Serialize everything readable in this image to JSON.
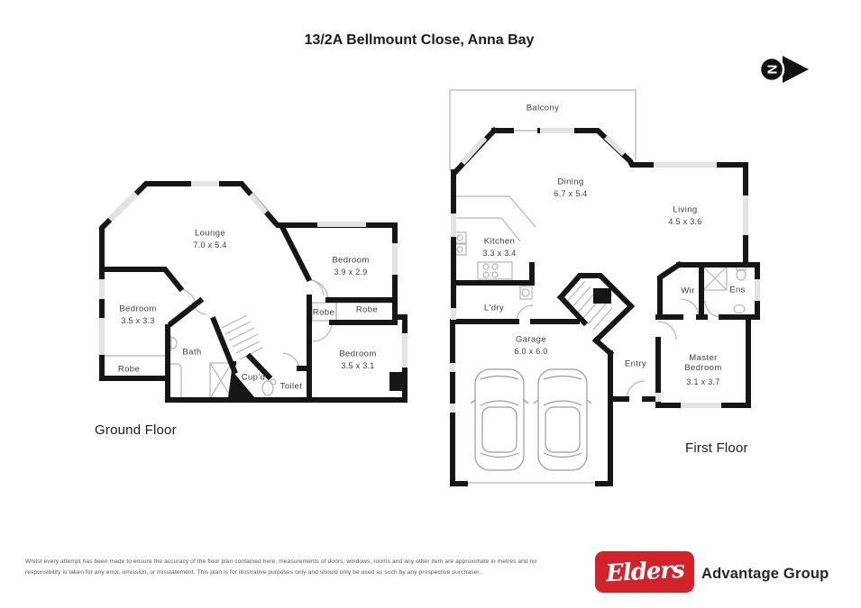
{
  "title": "13/2A Bellmount Close, Anna Bay",
  "north_indicator": {
    "letter": "N"
  },
  "gf": {
    "floor_label": "Ground Floor",
    "lounge": {
      "name": "Lounge",
      "dims": "7.0 x 5.4"
    },
    "bedroom_sw": {
      "name": "Bedroom",
      "dims": "3.5 x 3.3"
    },
    "bedroom_ne": {
      "name": "Bedroom",
      "dims": "3.9 x 2.9"
    },
    "bedroom_se": {
      "name": "Bedroom",
      "dims": "3.5 x 3.1"
    },
    "robe_sw": {
      "name": "Robe"
    },
    "robe_left": {
      "name": "Robe"
    },
    "robe_right": {
      "name": "Robe"
    },
    "bath": {
      "name": "Bath"
    },
    "cupd": {
      "name": "Cup'd"
    },
    "toilet": {
      "name": "Toilet"
    }
  },
  "ff": {
    "floor_label": "First Floor",
    "balcony": {
      "name": "Balcony"
    },
    "dining": {
      "name": "Dining",
      "dims": "6.7 x 5.4"
    },
    "kitchen": {
      "name": "Kitchen",
      "dims": "3.3 x 3.4"
    },
    "living": {
      "name": "Living",
      "dims": "4.5 x 3.6"
    },
    "ldry": {
      "name": "L'dry"
    },
    "garage": {
      "name": "Garage",
      "dims": "6.0 x 6.0"
    },
    "entry": {
      "name": "Entry"
    },
    "wir": {
      "name": "Wir"
    },
    "ens": {
      "name": "Ens"
    },
    "master": {
      "name": "Master Bedroom",
      "dims": "3.1 x 3.7"
    }
  },
  "footer": {
    "disclaimer_line1": "Whilst every attempt has been made to ensure the accuracy of the floor plan contained here, measurements of doors, windows, rooms and any other item are approximate in metres and no",
    "disclaimer_line2": "responsibility is taken for any error, omission, or misstatement. This plan is for illustrative purposes only and should only be used as such by any prospective purchaser.",
    "brand": {
      "logo_text": "Elders",
      "group_name": "Advantage Group",
      "brand_color": "#d2232a"
    }
  },
  "colors": {
    "wall": "#161616",
    "window": "#e3e3e3",
    "thin_line": "#b5b5b5"
  }
}
